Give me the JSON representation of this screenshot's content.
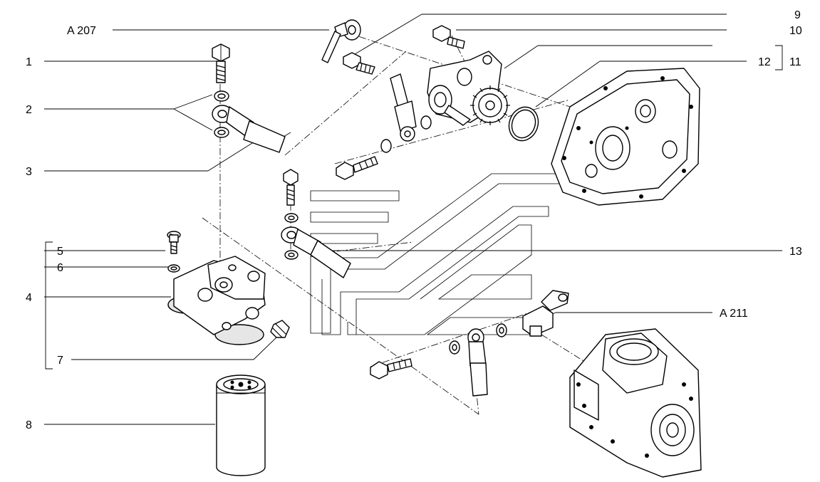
{
  "labels": {
    "l1": "1",
    "l2": "2",
    "l3": "3",
    "l4": "4",
    "l5": "5",
    "l6": "6",
    "l7": "7",
    "l8": "8",
    "l9": "9",
    "l10": "10",
    "l11": "11",
    "l12": "12",
    "l13": "13",
    "a207": "A 207",
    "a211": "A 211"
  }
}
